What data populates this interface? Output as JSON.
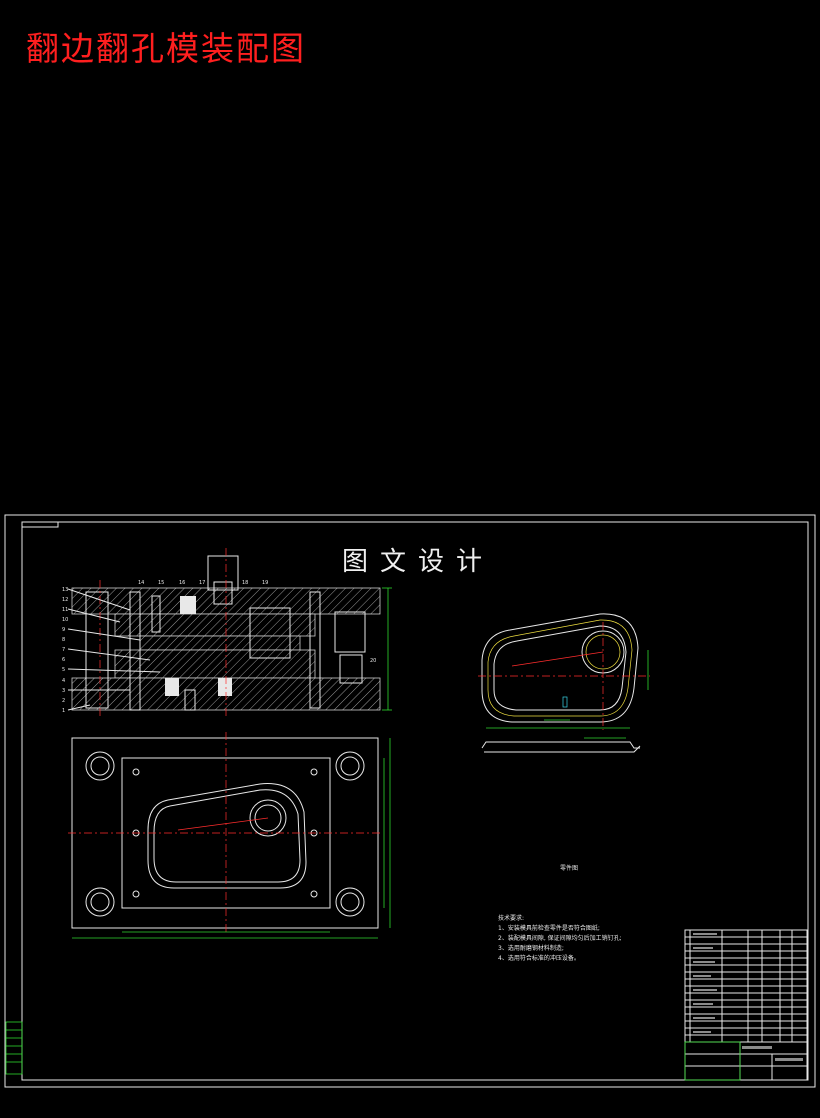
{
  "page_title": "翻边翻孔模装配图",
  "drawing_title": "图文设计",
  "part_label": "零件图",
  "tech_requirements": {
    "heading": "技术要求:",
    "items": [
      "1、安装模具前检查零件是否符合图纸;",
      "2、装配模具间隙, 保证间隙均匀后加工销钉孔;",
      "3、选用耐磨钢材料制造;",
      "4、选用符合标准的冲压设备。"
    ]
  },
  "part_numbers": [
    "1",
    "2",
    "3",
    "4",
    "5",
    "6",
    "7",
    "8",
    "9",
    "10",
    "11",
    "12",
    "13",
    "14",
    "15",
    "16",
    "17",
    "18",
    "19",
    "20"
  ],
  "colors": {
    "background": "#000000",
    "title": "#ff1f1f",
    "lines": "#e8e8e8",
    "center_lines": "#ff2d2d",
    "dimensions": "#2fd72f"
  }
}
